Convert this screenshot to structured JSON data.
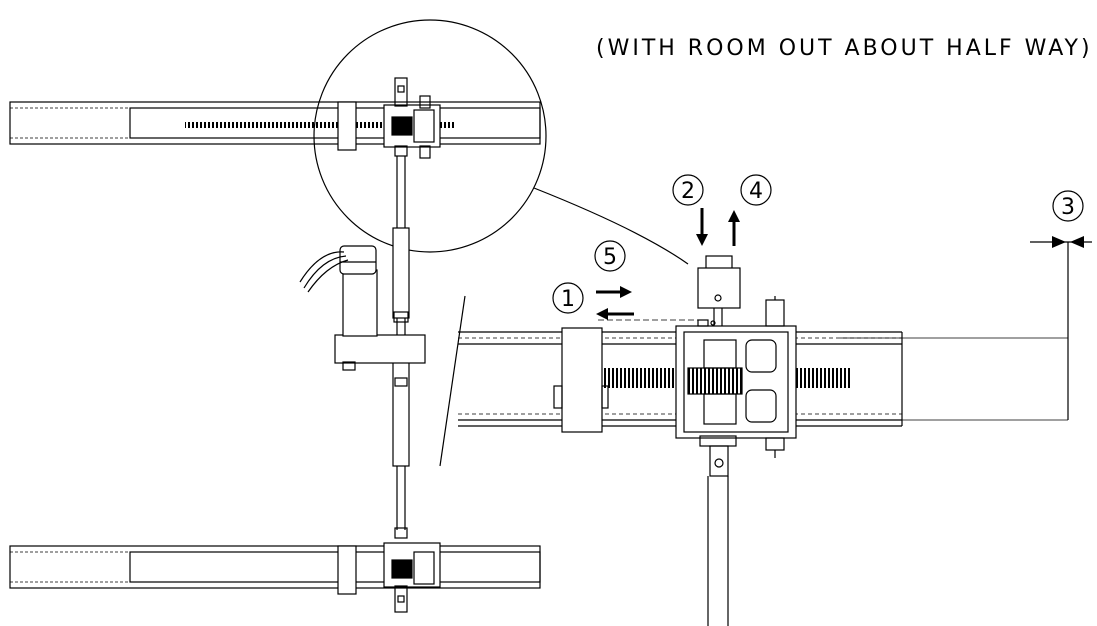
{
  "caption": "(WITH ROOM OUT ABOUT HALF WAY)",
  "steps": [
    "1",
    "2",
    "3",
    "4",
    "5"
  ],
  "colors": {
    "line": "#000000",
    "paper": "#ffffff"
  }
}
